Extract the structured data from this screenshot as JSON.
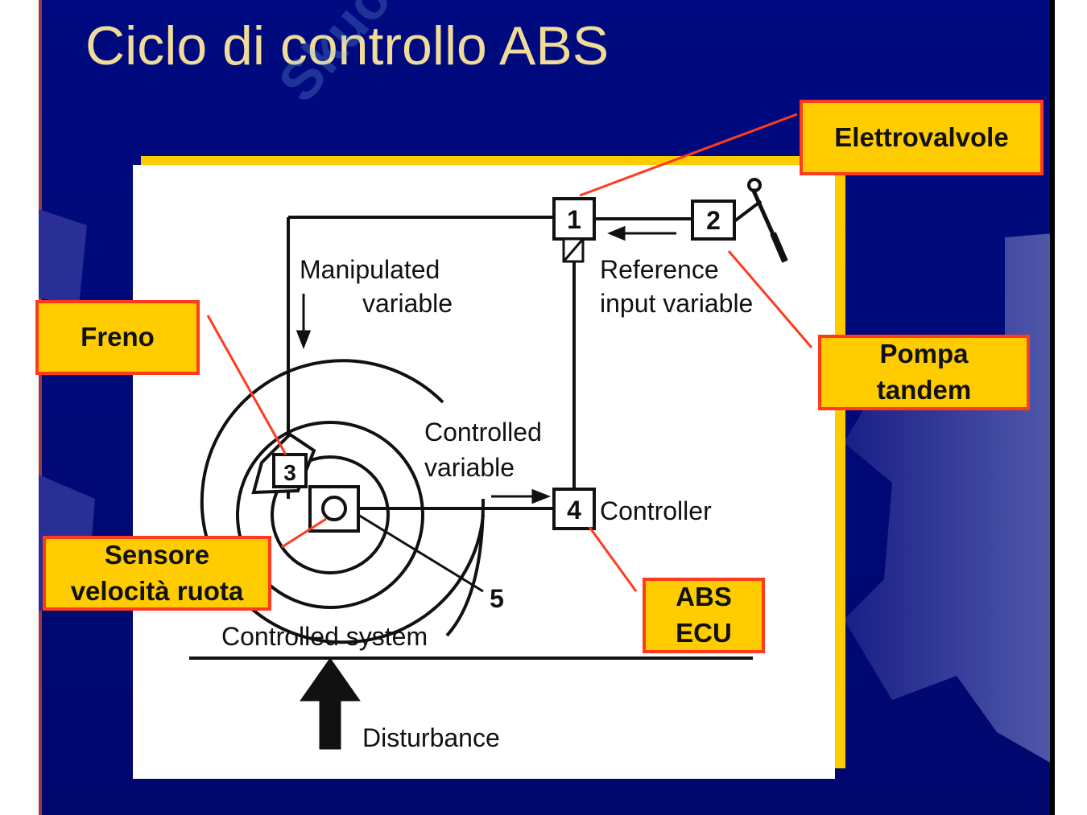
{
  "title": "Ciclo di controllo ABS",
  "watermark": "Skuola.net il paradiso dello studente",
  "diagram": {
    "nodes": [
      "1",
      "2",
      "3",
      "4",
      "5"
    ],
    "labels": {
      "manipulated_1": "Manipulated",
      "manipulated_2": "variable",
      "reference_1": "Reference",
      "reference_2": "input variable",
      "controlled_1": "Controlled",
      "controlled_2": "variable",
      "controller": "Controller",
      "controlled_system": "Controlled system",
      "disturbance": "Disturbance"
    }
  },
  "callouts": {
    "elettrovalvole": "Elettrovalvole",
    "freno": "Freno",
    "pompa_1": "Pompa",
    "pompa_2": "tandem",
    "sensore_1": "Sensore",
    "sensore_2": "velocità ruota",
    "abs_1": "ABS",
    "abs_2": "ECU"
  },
  "colors": {
    "background": "#000a80",
    "title": "#f0dc98",
    "callout_fill": "#ffcc00",
    "callout_border": "#ff3b1f"
  }
}
